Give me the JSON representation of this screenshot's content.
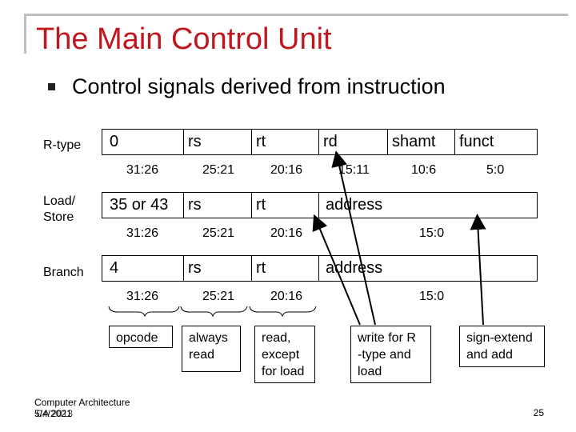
{
  "slide": {
    "title": "The Main Control Unit",
    "bullet": "Control signals derived from instruction",
    "page_number": "25",
    "footer_lines": [
      "Computer Architecture",
      "5/4/2021",
      "CA 2013"
    ]
  },
  "formats": [
    {
      "label_lines": [
        "R-type"
      ],
      "fields": [
        "0",
        "rs",
        "rt",
        "rd",
        "shamt",
        "funct"
      ],
      "bits": [
        "31:26",
        "25:21",
        "20:16",
        "15:11",
        "10:6",
        "5:0"
      ]
    },
    {
      "label_lines": [
        "Load/",
        "Store"
      ],
      "fields": [
        "35 or 43",
        "rs",
        "rt",
        "address"
      ],
      "bits": [
        "31:26",
        "25:21",
        "20:16",
        "15:0"
      ]
    },
    {
      "label_lines": [
        "Branch"
      ],
      "fields": [
        "4",
        "rs",
        "rt",
        "address"
      ],
      "bits": [
        "31:26",
        "25:21",
        "20:16",
        "15:0"
      ]
    }
  ],
  "descriptions": [
    {
      "lines": [
        "opcode"
      ]
    },
    {
      "lines": [
        "always",
        "read"
      ]
    },
    {
      "lines": [
        "read,",
        "except",
        "for load"
      ]
    },
    {
      "lines": [
        "write for R",
        "-type and",
        "load"
      ]
    },
    {
      "lines": [
        "sign-extend",
        "and add"
      ]
    }
  ]
}
